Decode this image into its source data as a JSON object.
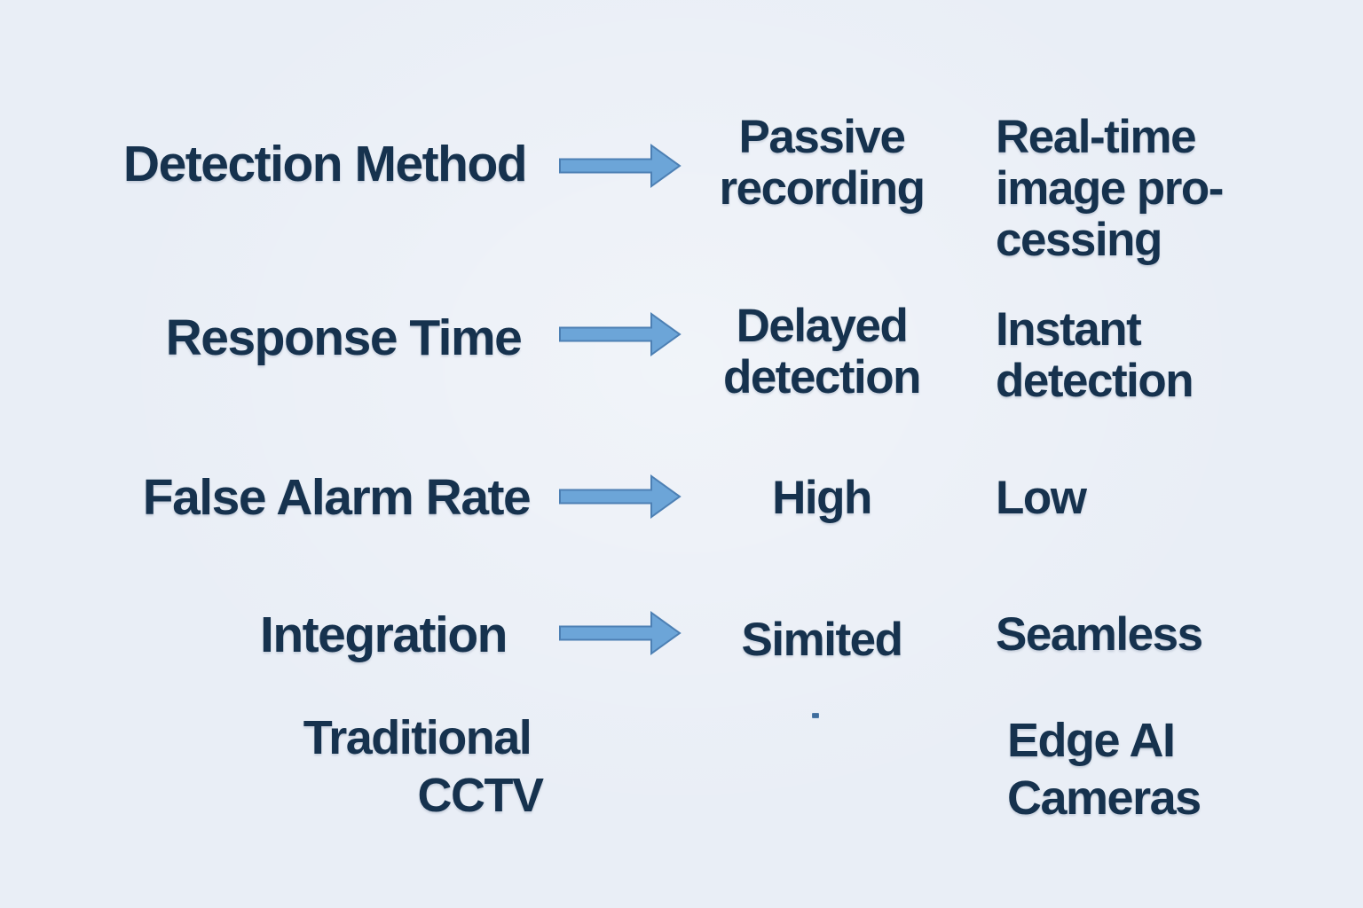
{
  "colors": {
    "background": "#E9EEF6",
    "text": "#16324E",
    "arrow_fill": "#6CA5D8",
    "arrow_stroke": "#4D80B4"
  },
  "rows": [
    {
      "label": "Detection Method",
      "cctv_value": "Passive\nrecording",
      "edge_value": "Real-time\nimage pro-\ncessing"
    },
    {
      "label": "Response Time",
      "cctv_value": "Delayed\ndetection",
      "edge_value": "Instant\ndetection"
    },
    {
      "label": "False Alarm Rate",
      "cctv_value": "High",
      "edge_value": "Low"
    },
    {
      "label": "Integration",
      "cctv_value": "Simited",
      "edge_value": "Seamless"
    }
  ],
  "column_headers": {
    "cctv_line1": "Traditional",
    "cctv_line2": "CCTV",
    "edge": "Edge AI\nCameras"
  }
}
